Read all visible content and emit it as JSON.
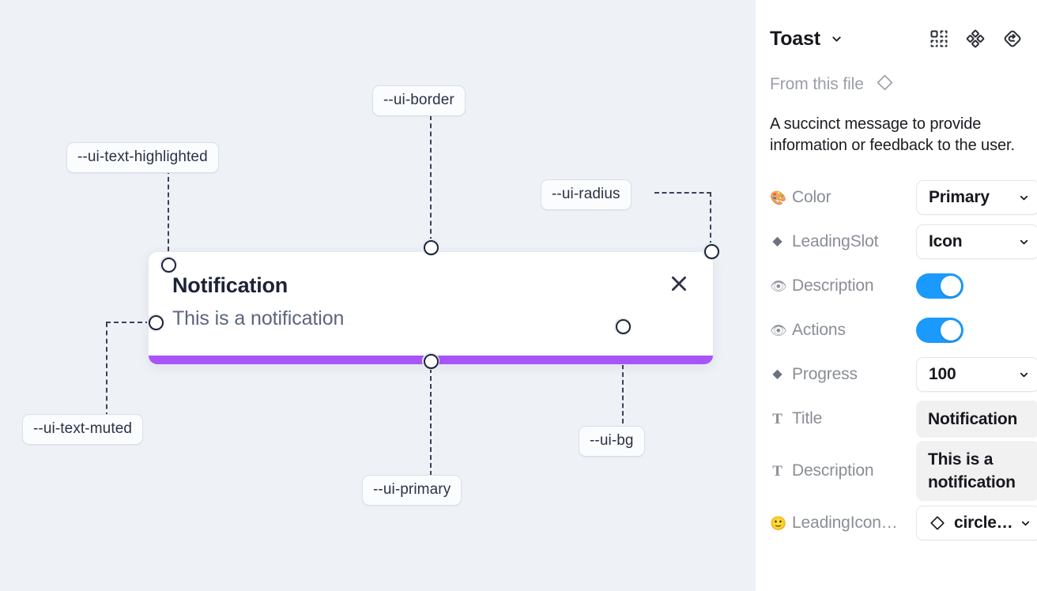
{
  "canvas": {
    "annotations": [
      {
        "id": "ui-text-highlighted",
        "label": "--ui-border"
      },
      {
        "id": "ui-border",
        "label": "--ui-text-highlighted"
      }
    ],
    "labels": {
      "border": "--ui-border",
      "text_highlighted": "--ui-text-highlighted",
      "radius": "--ui-radius",
      "text_muted": "--ui-text-muted",
      "primary": "--ui-primary",
      "bg": "--ui-bg"
    },
    "toast": {
      "title": "Notification",
      "description": "This is a notification",
      "close_icon": "close-icon",
      "progress_color": "#a855f7",
      "background_color": "#ffffff",
      "border_color": "#e3e8ef"
    }
  },
  "panel": {
    "title": "Toast",
    "title_caret_icon": "chevron-down-icon",
    "tools": [
      {
        "name": "component-variants-icon"
      },
      {
        "name": "component-set-icon"
      },
      {
        "name": "reset-instance-icon"
      }
    ],
    "from_file_label": "From this file",
    "from_file_icon": "diamond-icon",
    "description": "A succinct message to provide information or feedback to the user.",
    "properties": [
      {
        "icon": "🎨",
        "icon_name": "palette-icon",
        "label": "Color",
        "control": "select",
        "value": "Primary"
      },
      {
        "icon": "◆",
        "icon_name": "diamond-icon",
        "label": "LeadingSlot",
        "control": "select",
        "value": "Icon"
      },
      {
        "icon": "👁",
        "icon_name": "eye-icon",
        "label": "Description",
        "control": "toggle",
        "value": "on"
      },
      {
        "icon": "👁",
        "icon_name": "eye-icon",
        "label": "Actions",
        "control": "toggle",
        "value": "on"
      },
      {
        "icon": "◆",
        "icon_name": "diamond-icon",
        "label": "Progress",
        "control": "select",
        "value": "100"
      },
      {
        "icon": "T",
        "icon_name": "text-icon",
        "label": "Title",
        "control": "text",
        "value": "Notification"
      },
      {
        "icon": "T",
        "icon_name": "text-icon",
        "label": "Description",
        "control": "text",
        "value": "This is a notification"
      },
      {
        "icon": "🙂",
        "icon_name": "emoji-icon",
        "label": "LeadingIcon…",
        "control": "icon-select",
        "value": "circle…"
      }
    ]
  },
  "colors": {
    "canvas_bg": "#eef1f6",
    "accent_purple": "#a855f7",
    "toggle_blue": "#1a9afc",
    "connector": "#3a4257"
  }
}
